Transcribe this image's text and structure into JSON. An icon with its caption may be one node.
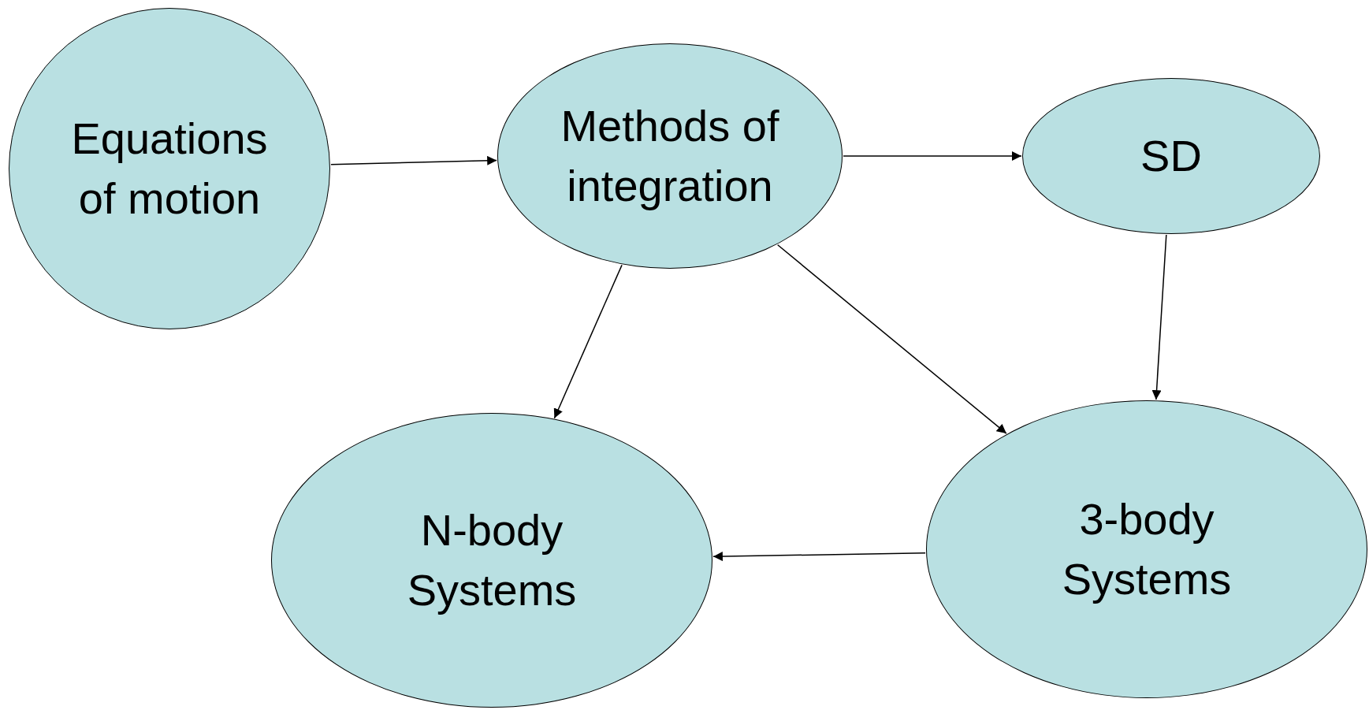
{
  "diagram": {
    "nodes": [
      {
        "text": [
          "Equations of motion"
        ]
      },
      {
        "text": [
          "Methods of integration"
        ]
      },
      {
        "text": [
          "SD"
        ]
      },
      {
        "text": [
          "N-body Systems"
        ]
      },
      {
        "text": [
          "3-body Systems"
        ]
      }
    ],
    "edges": [
      {
        "from": 0,
        "to": 1,
        "arrow": "to"
      },
      {
        "from": 1,
        "to": 2,
        "arrow": "to"
      },
      {
        "from": 1,
        "to": 3,
        "arrow": "to"
      },
      {
        "from": 1,
        "to": 4,
        "arrow": "to"
      },
      {
        "from": 2,
        "to": 4,
        "arrow": "to"
      },
      {
        "from": 4,
        "to": 3,
        "arrow": "to"
      }
    ]
  }
}
